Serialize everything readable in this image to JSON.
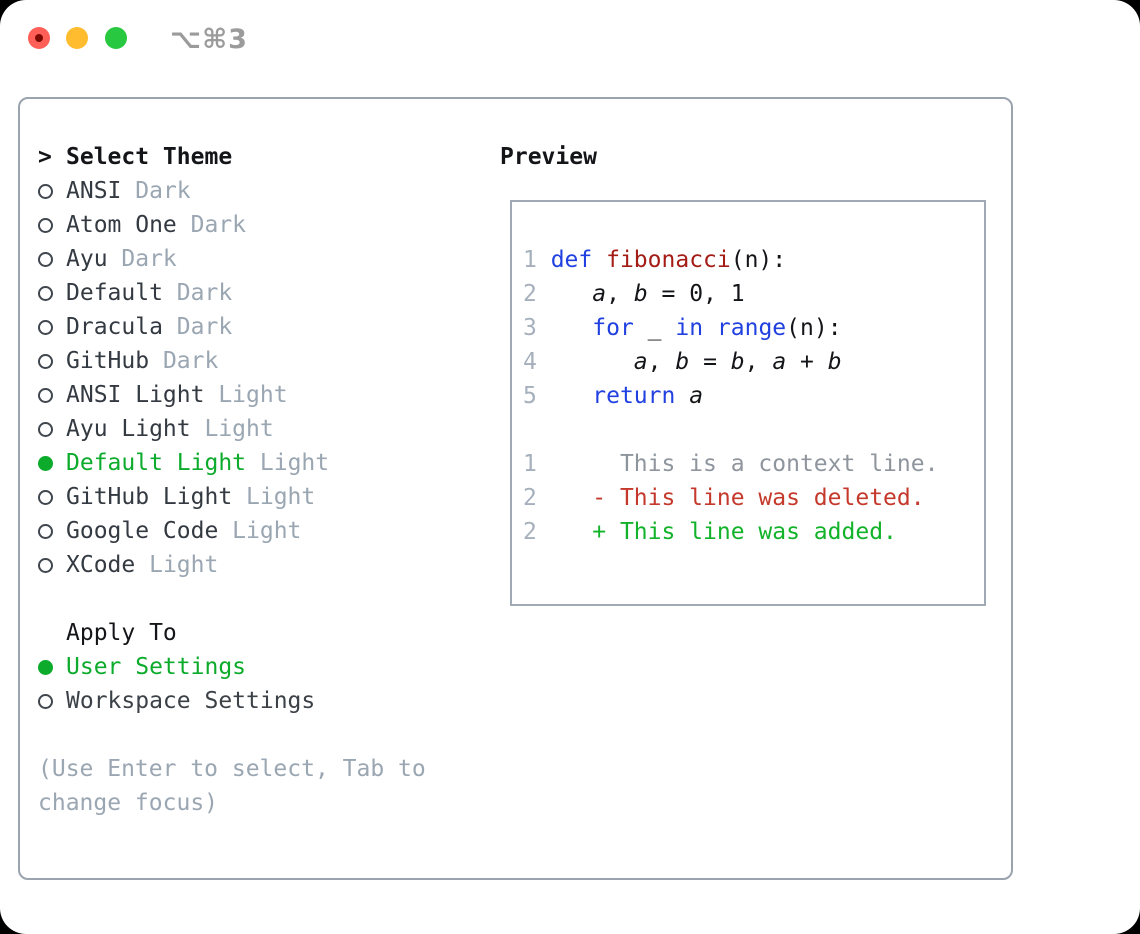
{
  "titlebar": {
    "shortcut": "⌥⌘3"
  },
  "colors": {
    "panel_border": "#9aa3ae",
    "preview_border": "#a0a9b4",
    "text_black": "#141518",
    "theme_name": "#343a41",
    "muted_gray": "#9aa6b2",
    "selected_green": "#0cab2c",
    "added_green": "#12b32a",
    "deleted_red": "#c5392c",
    "keyword_blue": "#2140e0",
    "function_red": "#a31c16",
    "line_number_gray": "#a6b0bc",
    "context_gray": "#8f959d",
    "traffic_red": "#ff5f57",
    "traffic_yellow": "#febc2e",
    "traffic_green": "#28c840",
    "shortcut_gray": "#9b9b9b"
  },
  "theme_picker": {
    "prompt": ">",
    "title": "Select Theme",
    "items": [
      {
        "name": "ANSI",
        "variant": "Dark",
        "selected": false
      },
      {
        "name": "Atom One",
        "variant": "Dark",
        "selected": false
      },
      {
        "name": "Ayu",
        "variant": "Dark",
        "selected": false
      },
      {
        "name": "Default",
        "variant": "Dark",
        "selected": false
      },
      {
        "name": "Dracula",
        "variant": "Dark",
        "selected": false
      },
      {
        "name": "GitHub",
        "variant": "Dark",
        "selected": false
      },
      {
        "name": "ANSI Light",
        "variant": "Light",
        "selected": false
      },
      {
        "name": "Ayu Light",
        "variant": "Light",
        "selected": false
      },
      {
        "name": "Default Light",
        "variant": "Light",
        "selected": true
      },
      {
        "name": "GitHub Light",
        "variant": "Light",
        "selected": false
      },
      {
        "name": "Google Code",
        "variant": "Light",
        "selected": false
      },
      {
        "name": "XCode",
        "variant": "Light",
        "selected": false
      }
    ],
    "apply_to": {
      "title": "Apply To",
      "options": [
        {
          "name": "User Settings",
          "selected": true
        },
        {
          "name": "Workspace Settings",
          "selected": false
        }
      ]
    },
    "help": [
      "(Use Enter to select, Tab to",
      "change focus)"
    ]
  },
  "preview": {
    "title": "Preview",
    "lines": [
      [
        [
          "ln",
          "1 "
        ],
        [
          "kw",
          "def"
        ],
        [
          "plain",
          " "
        ],
        [
          "fn",
          "fibonacci"
        ],
        [
          "plain",
          "(n):"
        ]
      ],
      [
        [
          "ln",
          "2"
        ],
        [
          "plain",
          "    "
        ],
        [
          "var",
          "a"
        ],
        [
          "plain",
          ", "
        ],
        [
          "var",
          "b"
        ],
        [
          "plain",
          " = 0, 1"
        ]
      ],
      [
        [
          "ln",
          "3"
        ],
        [
          "plain",
          "    "
        ],
        [
          "kw",
          "for"
        ],
        [
          "plain",
          " _ "
        ],
        [
          "kw",
          "in"
        ],
        [
          "plain",
          " "
        ],
        [
          "kw",
          "range"
        ],
        [
          "plain",
          "(n):"
        ]
      ],
      [
        [
          "ln",
          "4"
        ],
        [
          "plain",
          "       "
        ],
        [
          "var",
          "a"
        ],
        [
          "plain",
          ", "
        ],
        [
          "var",
          "b"
        ],
        [
          "plain",
          " = "
        ],
        [
          "var",
          "b"
        ],
        [
          "plain",
          ", "
        ],
        [
          "var",
          "a"
        ],
        [
          "plain",
          " + "
        ],
        [
          "var",
          "b"
        ]
      ],
      [
        [
          "ln",
          "5"
        ],
        [
          "plain",
          "    "
        ],
        [
          "kw",
          "return"
        ],
        [
          "plain",
          " "
        ],
        [
          "var",
          "a"
        ]
      ],
      [],
      [
        [
          "ln",
          "1"
        ],
        [
          "ctx",
          "      This is a context line."
        ]
      ],
      [
        [
          "ln",
          "2"
        ],
        [
          "del",
          "    - This line was deleted."
        ]
      ],
      [
        [
          "ln",
          "2"
        ],
        [
          "add",
          "    + This line was added."
        ]
      ]
    ]
  }
}
